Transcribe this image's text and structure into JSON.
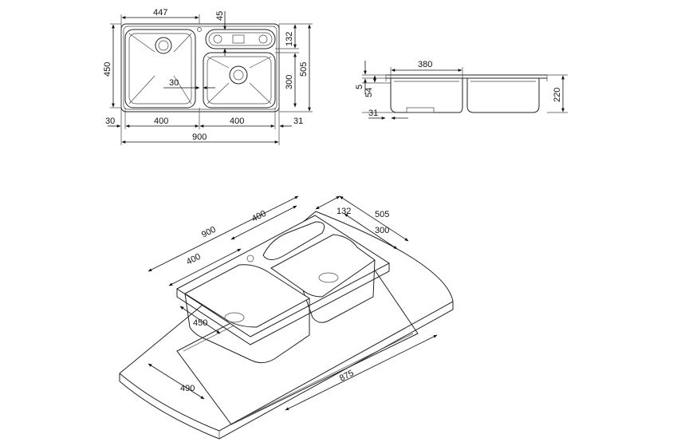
{
  "top_view": {
    "dim_width_left": "447",
    "dim_drain": "45",
    "dim_strip": "132",
    "dim_height": "450",
    "dim_total_height": "505",
    "dim_bowl_height": "300",
    "dim_offset": "30",
    "dim_left_margin": "30",
    "dim_bowl1": "400",
    "dim_bowl2": "400",
    "dim_right_margin": "31",
    "dim_total_width": "900"
  },
  "side_view": {
    "dim_rim": "5",
    "dim_lip": "54",
    "dim_bowl_width": "380",
    "dim_depth": "220",
    "dim_edge": "31"
  },
  "iso_view": {
    "dim_width": "900",
    "dim_bowl_a": "400",
    "dim_bowl_b": "400",
    "dim_strip": "132",
    "dim_depth": "505",
    "dim_bowl_depth": "300",
    "dim_bowl_len": "450",
    "dim_cutout_w": "490",
    "dim_cutout_l": "875"
  }
}
